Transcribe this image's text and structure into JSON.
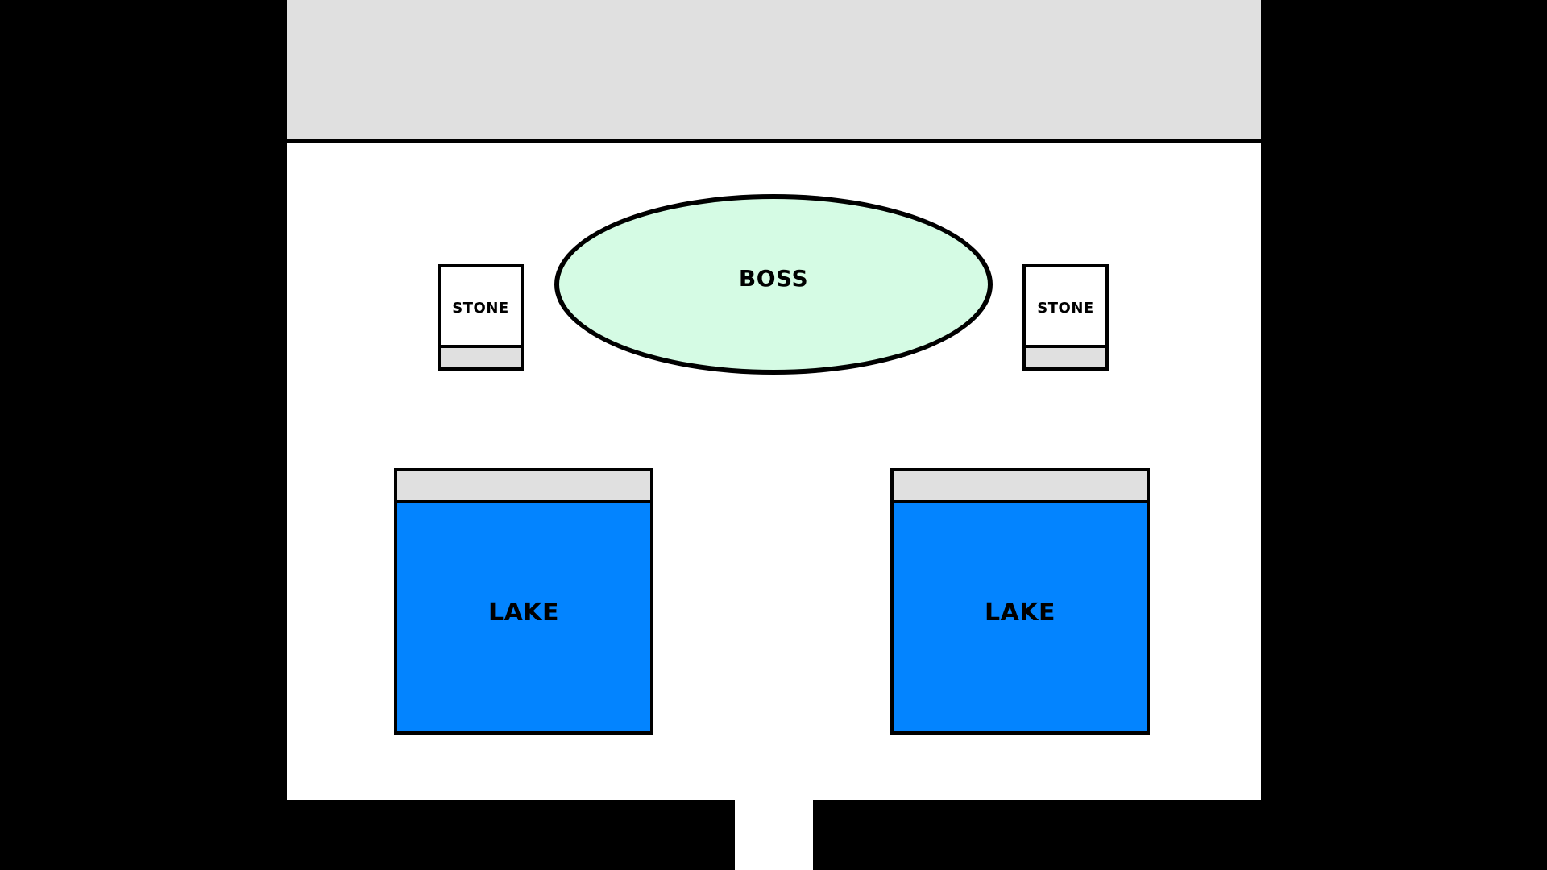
{
  "map": {
    "colors": {
      "background": "#000000",
      "floor": "#ffffff",
      "wall": "#e0e0e0",
      "outline": "#000000",
      "boss_fill": "#d5fbe4",
      "lake_fill": "#0384ff"
    },
    "boss": {
      "label": "BOSS"
    },
    "stones": [
      {
        "label": "STONE"
      },
      {
        "label": "STONE"
      }
    ],
    "lakes": [
      {
        "label": "LAKE"
      },
      {
        "label": "LAKE"
      }
    ]
  }
}
